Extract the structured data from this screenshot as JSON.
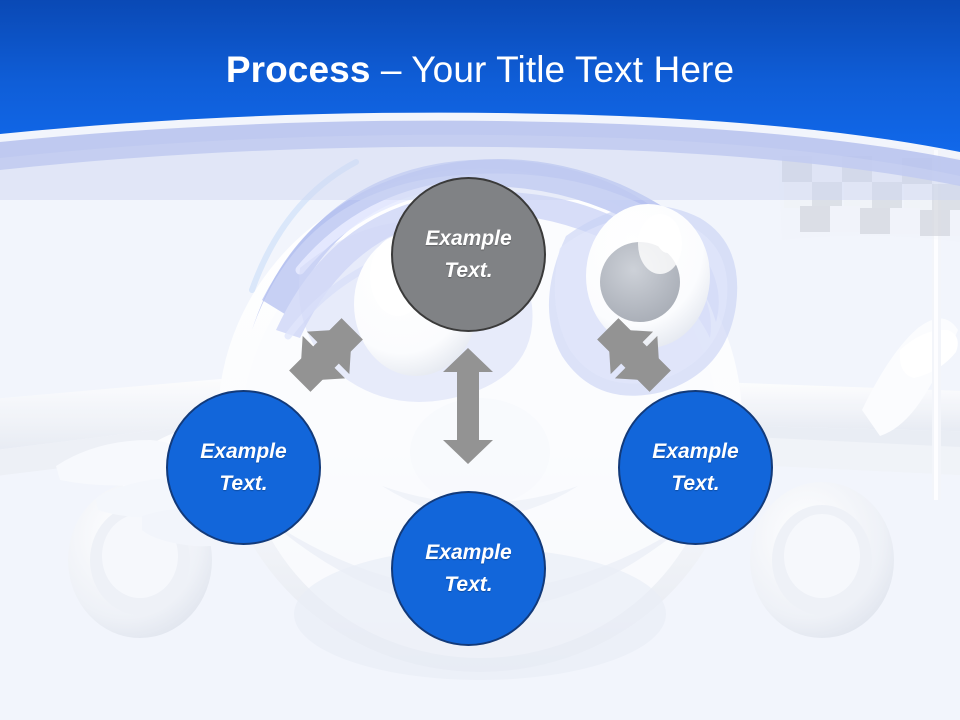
{
  "slide": {
    "title": {
      "strong": "Process",
      "rest": " – Your Title Text Here"
    },
    "theme": {
      "header_blue_top": "#0a49b5",
      "header_blue_bottom": "#1168ea",
      "header_band_light": "#b9c4ee",
      "body_background": "#f2f5fc",
      "node_blue": "#1266da",
      "node_blue_border": "#123a7a",
      "node_gray": "#808285",
      "node_gray_border": "#3a3a3a",
      "arrow_gray": "#939393",
      "text_white": "#ffffff"
    },
    "background_art": {
      "character": "airplane-mascot",
      "goggles_color": "#c3cdf4",
      "eye_iris_color": "#b9bdc4",
      "flag": "checkered-flag",
      "flag_light": "#f4f6fb",
      "flag_dark": "#c2c5cc"
    },
    "nodes": [
      {
        "id": "center-top",
        "color": "gray",
        "line1": "Example",
        "line2": "Text."
      },
      {
        "id": "left",
        "color": "blue",
        "line1": "Example",
        "line2": "Text."
      },
      {
        "id": "bottom",
        "color": "blue",
        "line1": "Example",
        "line2": "Text."
      },
      {
        "id": "right",
        "color": "blue",
        "line1": "Example",
        "line2": "Text."
      }
    ],
    "connectors": [
      {
        "id": "left-to-center",
        "style": "double-headed",
        "direction": "diagonal-up-right"
      },
      {
        "id": "bottom-to-center",
        "style": "double-headed",
        "direction": "vertical"
      },
      {
        "id": "right-to-center",
        "style": "double-headed",
        "direction": "diagonal-up-left"
      }
    ]
  }
}
